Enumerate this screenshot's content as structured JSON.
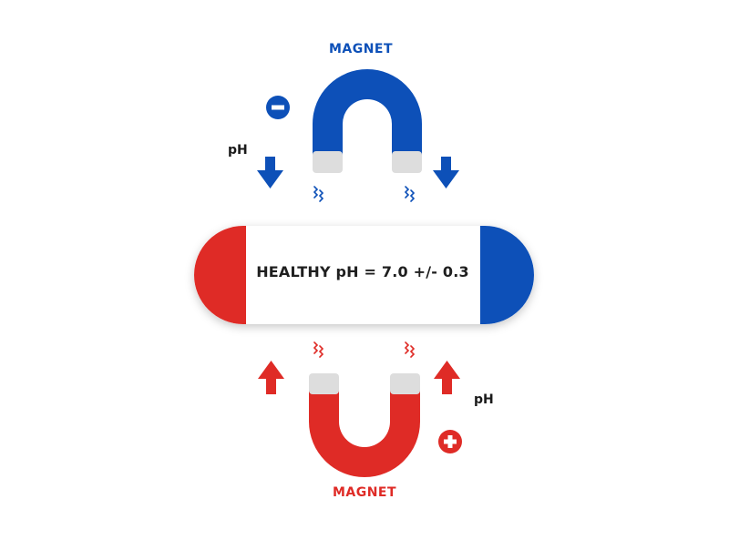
{
  "top_magnet": {
    "label": "MAGNET",
    "pole_sign": "−",
    "ph_label": "pH",
    "color": "#0d50b8",
    "tip_color": "#dddddd"
  },
  "bottom_magnet": {
    "label": "MAGNET",
    "pole_sign": "+",
    "ph_label": "pH",
    "color": "#df2b26",
    "tip_color": "#dddddd"
  },
  "capsule": {
    "text": "HEALTHY pH = 7.0 +/- 0.3",
    "left_cap_color": "#df2b26",
    "right_cap_color": "#0d50b8",
    "body_color": "#ffffff"
  },
  "icons": {
    "arrow_down": "arrow-down-icon",
    "arrow_up": "arrow-up-icon",
    "wave": "energy-wave-icon",
    "minus": "minus-circle-icon",
    "plus": "plus-circle-icon"
  }
}
